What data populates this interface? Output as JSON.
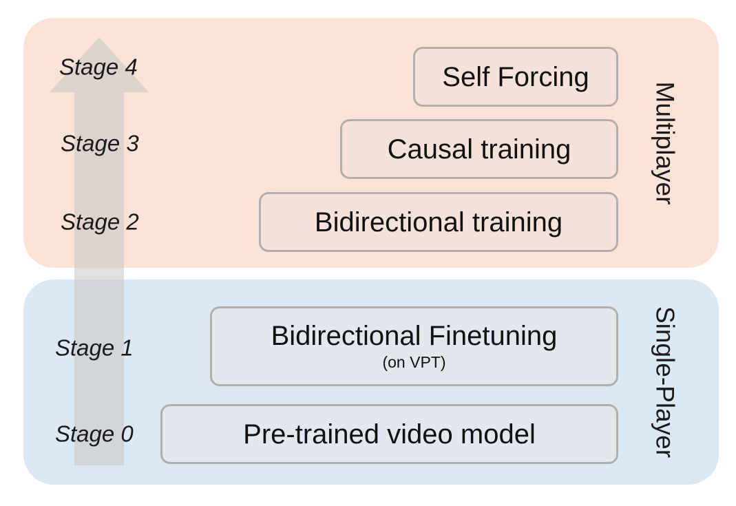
{
  "regions": {
    "multiplayer": {
      "label": "Multiplayer",
      "color": "#fbe3d7"
    },
    "single_player": {
      "label": "Single-Player",
      "color": "#dde8f5"
    }
  },
  "stages": [
    {
      "label": "Stage 4",
      "step": "Self Forcing",
      "note": ""
    },
    {
      "label": "Stage 3",
      "step": "Causal training",
      "note": ""
    },
    {
      "label": "Stage 2",
      "step": "Bidirectional training",
      "note": ""
    },
    {
      "label": "Stage 1",
      "step": "Bidirectional Finetuning",
      "note": "(on VPT)"
    },
    {
      "label": "Stage 0",
      "step": "Pre-trained video model",
      "note": ""
    }
  ]
}
